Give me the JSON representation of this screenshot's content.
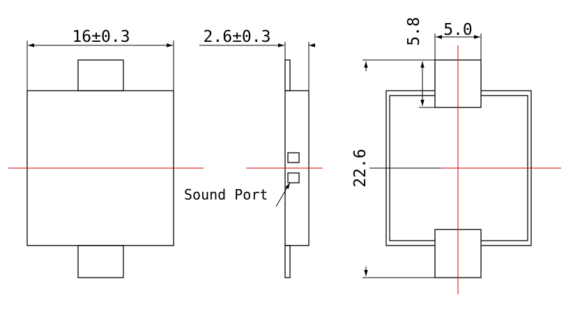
{
  "front_view": {
    "width_dimension": "16±0.3"
  },
  "side_view": {
    "thickness_dimension": "2.6±0.3",
    "port_label": "Sound Port"
  },
  "bottom_view": {
    "tab_offset_dimension": "5.8",
    "tab_width_dimension": "5.0",
    "overall_length_dimension": "22.6"
  },
  "colors": {
    "outline": "#000000",
    "centerline": "#d40000"
  }
}
